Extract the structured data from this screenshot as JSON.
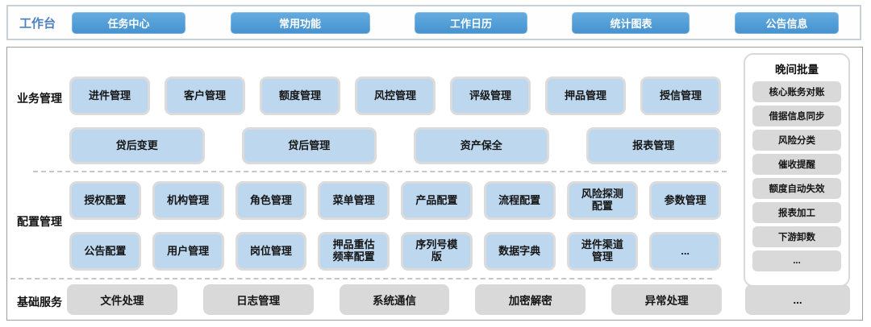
{
  "colors": {
    "accent_blue": "#4F9CD8",
    "module_blue": "#BDD7EE",
    "box_border_gray": "#DBDBDB",
    "service_gray": "#D9D9D9",
    "workbench_label_blue": "#4E81BD"
  },
  "topbar": {
    "label": "工作台",
    "buttons": [
      "任务中心",
      "常用功能",
      "工作日历",
      "统计图表",
      "公告信息"
    ]
  },
  "sections": {
    "business": {
      "label": "业务管理",
      "row1": [
        "进件管理",
        "客户管理",
        "额度管理",
        "风控管理",
        "评级管理",
        "押品管理",
        "授信管理"
      ],
      "row2": [
        "贷后变更",
        "贷后管理",
        "资产保全",
        "报表管理"
      ]
    },
    "config": {
      "label": "配置管理",
      "row1": [
        "授权配置",
        "机构管理",
        "角色管理",
        "菜单管理",
        "产品配置",
        "流程配置",
        "风险探测配置",
        "参数管理"
      ],
      "row2": [
        "公告配置",
        "用户管理",
        "岗位管理",
        "押品重估频率配置",
        "序列号模版",
        "数据字典",
        "进件渠道管理",
        "..."
      ]
    },
    "base": {
      "label": "基础服务",
      "items": [
        "文件处理",
        "日志管理",
        "系统通信",
        "加密解密",
        "异常处理",
        "..."
      ]
    },
    "batch": {
      "title": "晚间批量",
      "items": [
        "核心账务对账",
        "借据信息同步",
        "风险分类",
        "催收提醒",
        "额度自动失效",
        "报表加工",
        "下游卸数",
        "..."
      ]
    }
  }
}
